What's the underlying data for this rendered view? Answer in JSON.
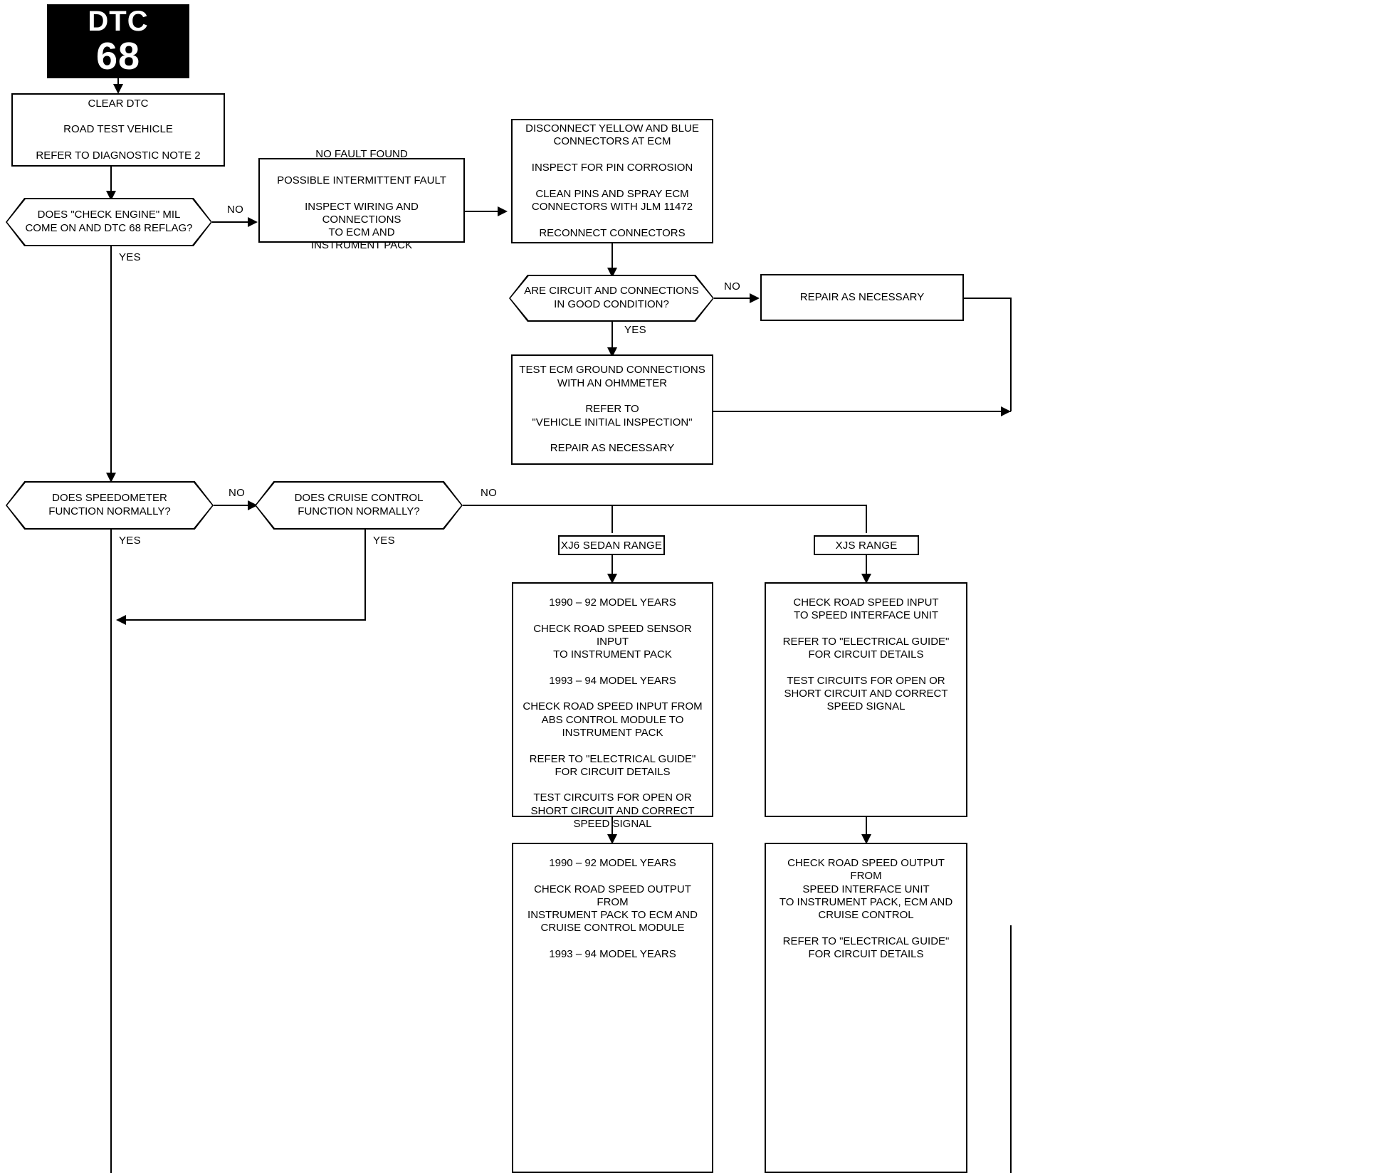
{
  "banner": {
    "code_word": "DTC",
    "code_number": "68"
  },
  "nodes": {
    "clear_dtc": "CLEAR DTC\n\nROAD TEST VEHICLE\n\nREFER TO DIAGNOSTIC NOTE 2",
    "mil_check": "DOES \"CHECK ENGINE\" MIL\nCOME ON AND DTC 68 REFLAG?",
    "no_fault_found": "NO FAULT FOUND\n\nPOSSIBLE INTERMITTENT FAULT\n\nINSPECT WIRING AND CONNECTIONS\nTO ECM AND\nINSTRUMENT PACK",
    "disconnect_connectors": "DISCONNECT YELLOW AND BLUE\nCONNECTORS AT ECM\n\nINSPECT FOR PIN CORROSION\n\nCLEAN PINS AND SPRAY ECM\nCONNECTORS WITH JLM 11472\n\nRECONNECT CONNECTORS",
    "circuit_condition": "ARE CIRCUIT AND CONNECTIONS\nIN GOOD CONDITION?",
    "repair_as_necessary": "REPAIR AS NECESSARY",
    "test_ecm_ground": "TEST ECM GROUND CONNECTIONS\nWITH AN OHMMETER\n\nREFER TO\n\"VEHICLE INITIAL INSPECTION\"\n\nREPAIR AS NECESSARY",
    "speedometer_check": "DOES SPEEDOMETER\nFUNCTION NORMALLY?",
    "cruise_control_check": "DOES CRUISE CONTROL\nFUNCTION NORMALLY?",
    "xj6_range_tag": "XJ6 SEDAN RANGE",
    "xjs_range_tag": "XJS RANGE",
    "xj6_speed_input": "1990 – 92 MODEL YEARS\n\nCHECK ROAD SPEED SENSOR INPUT\nTO INSTRUMENT PACK\n\n1993 – 94 MODEL YEARS\n\nCHECK ROAD SPEED INPUT FROM\nABS CONTROL MODULE TO\nINSTRUMENT PACK\n\nREFER TO \"ELECTRICAL GUIDE\"\nFOR CIRCUIT DETAILS\n\nTEST CIRCUITS FOR OPEN OR\nSHORT CIRCUIT AND CORRECT\nSPEED SIGNAL",
    "xjs_speed_input": "CHECK ROAD SPEED INPUT\nTO SPEED INTERFACE UNIT\n\nREFER TO \"ELECTRICAL GUIDE\"\nFOR CIRCUIT DETAILS\n\nTEST CIRCUITS FOR OPEN OR\nSHORT CIRCUIT AND CORRECT\nSPEED SIGNAL",
    "xj6_speed_output": "1990 – 92 MODEL YEARS\n\nCHECK ROAD SPEED OUTPUT FROM\nINSTRUMENT PACK TO ECM AND\nCRUISE CONTROL MODULE\n\n1993 – 94 MODEL YEARS",
    "xjs_speed_output": "CHECK ROAD SPEED OUTPUT FROM\nSPEED INTERFACE UNIT\nTO INSTRUMENT PACK, ECM AND\nCRUISE CONTROL\n\nREFER TO \"ELECTRICAL GUIDE\"\nFOR CIRCUIT DETAILS"
  },
  "branches": {
    "mil_no": "NO",
    "mil_yes": "YES",
    "circuit_no": "NO",
    "circuit_yes": "YES",
    "speedo_no": "NO",
    "speedo_yes": "YES",
    "cruise_no": "NO",
    "cruise_yes": "YES"
  },
  "colors": {
    "ink": "#000000",
    "paper": "#ffffff"
  }
}
